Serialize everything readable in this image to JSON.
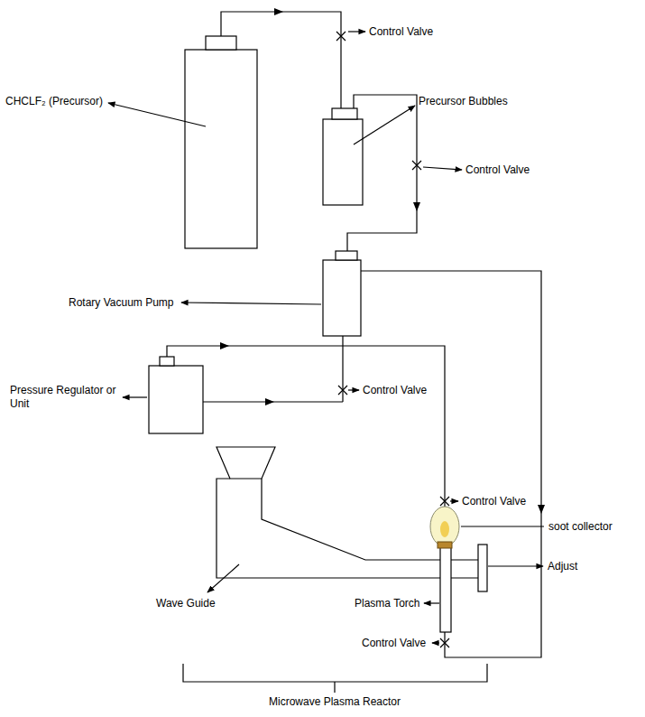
{
  "diagram": {
    "labels": [
      "Control Valve",
      "CHCLF₂ (Precursor)",
      "Precursor Bubbles",
      "Control Valve",
      "Rotary Vacuum Pump",
      "Pressure Regulator or Unit",
      "Control Valve",
      "Control Valve",
      "soot collector",
      "Adjust",
      "Wave Guide",
      "Plasma Torch",
      "Control Valve",
      "Microwave Plasma Reactor"
    ]
  }
}
